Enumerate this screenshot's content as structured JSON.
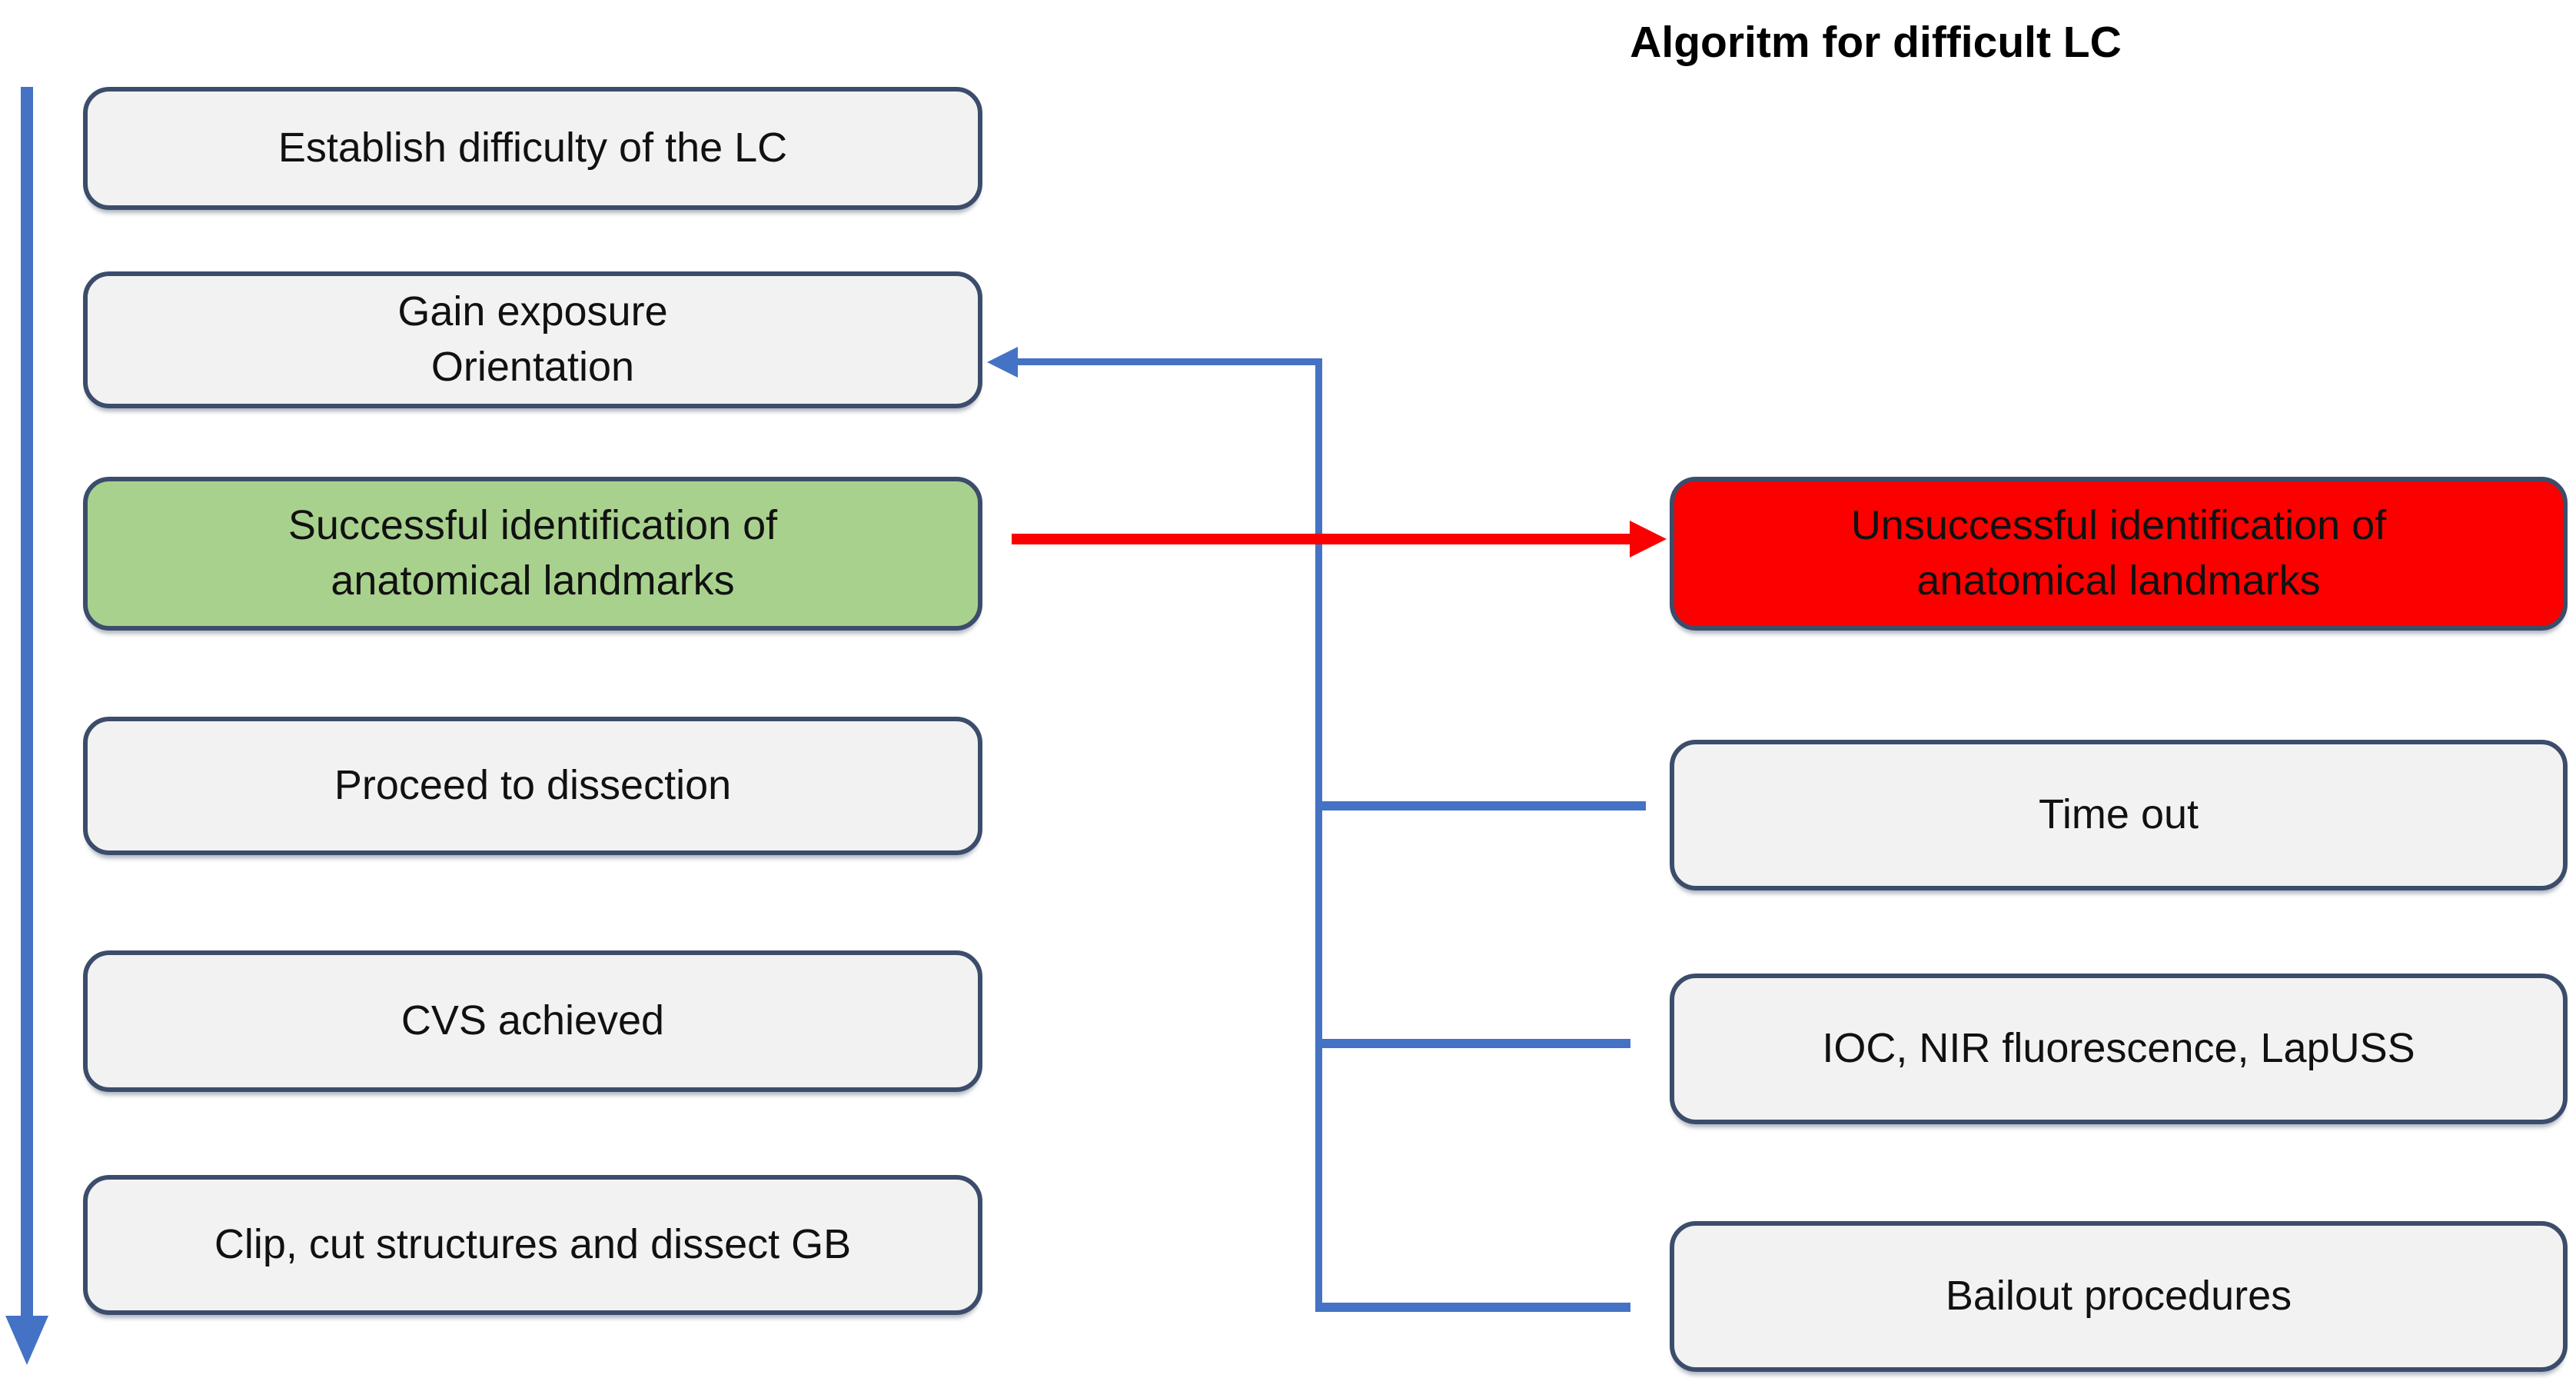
{
  "title": "Algoritm for difficult LC",
  "colors": {
    "box_fill": "#f2f2f2",
    "box_border": "#3c4d6b",
    "success_fill": "#a9d18e",
    "failure_fill": "#fc0000",
    "arrow_blue": "#4472c4",
    "arrow_red": "#fa0000",
    "text": "#111111"
  },
  "left_column": {
    "establish": {
      "label": "Establish difficulty of the LC"
    },
    "gain_exposure": {
      "label": "Gain exposure\nOrientation"
    },
    "successful_id": {
      "label": "Successful identification of\nanatomical landmarks"
    },
    "proceed": {
      "label": "Proceed to dissection"
    },
    "cvs": {
      "label": "CVS achieved"
    },
    "clip": {
      "label": "Clip, cut structures and dissect GB"
    }
  },
  "right_column": {
    "unsuccessful_id": {
      "label": "Unsuccessful identification of\nanatomical landmarks"
    },
    "time_out": {
      "label": "Time out"
    },
    "ioc": {
      "label": "IOC, NIR fluorescence, LapUSS"
    },
    "bailout": {
      "label": "Bailout procedures"
    }
  },
  "edges": [
    {
      "from": "successful_id",
      "to": "unsuccessful_id",
      "color": "red",
      "type": "arrow"
    },
    {
      "from": "unsuccessful_id_branch",
      "to": "gain_exposure",
      "color": "blue",
      "type": "arrow"
    },
    {
      "from": "unsuccessful_id_branch",
      "to": "time_out",
      "color": "blue",
      "type": "line"
    },
    {
      "from": "unsuccessful_id_branch",
      "to": "ioc",
      "color": "blue",
      "type": "line"
    },
    {
      "from": "unsuccessful_id_branch",
      "to": "bailout",
      "color": "blue",
      "type": "line"
    },
    {
      "from": "establish",
      "to": "end",
      "color": "blue",
      "type": "main-flow-down-arrow"
    }
  ]
}
